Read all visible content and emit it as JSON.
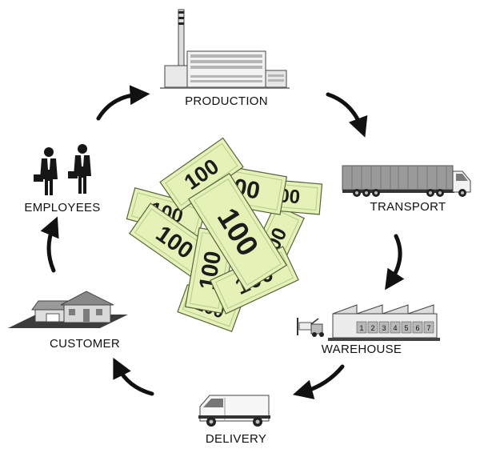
{
  "cycle": {
    "nodes": [
      {
        "id": "production",
        "label": "PRODUCTION",
        "icon": "factory-icon"
      },
      {
        "id": "transport",
        "label": "TRANSPORT",
        "icon": "truck-icon"
      },
      {
        "id": "warehouse",
        "label": "WAREHOUSE",
        "icon": "warehouse-icon"
      },
      {
        "id": "delivery",
        "label": "DELIVERY",
        "icon": "van-icon"
      },
      {
        "id": "customer",
        "label": "CUSTOMER",
        "icon": "house-icon"
      },
      {
        "id": "employees",
        "label": "EMPLOYEES",
        "icon": "businessmen-icon"
      }
    ],
    "warehouse_doors": [
      "1",
      "2",
      "3",
      "4",
      "5",
      "6",
      "7"
    ],
    "banknote_value": "100"
  },
  "colors": {
    "note_fill": "#e4f2b8",
    "note_stroke": "#55633a",
    "arrow": "#111111",
    "ground": "#3c3c3c"
  }
}
